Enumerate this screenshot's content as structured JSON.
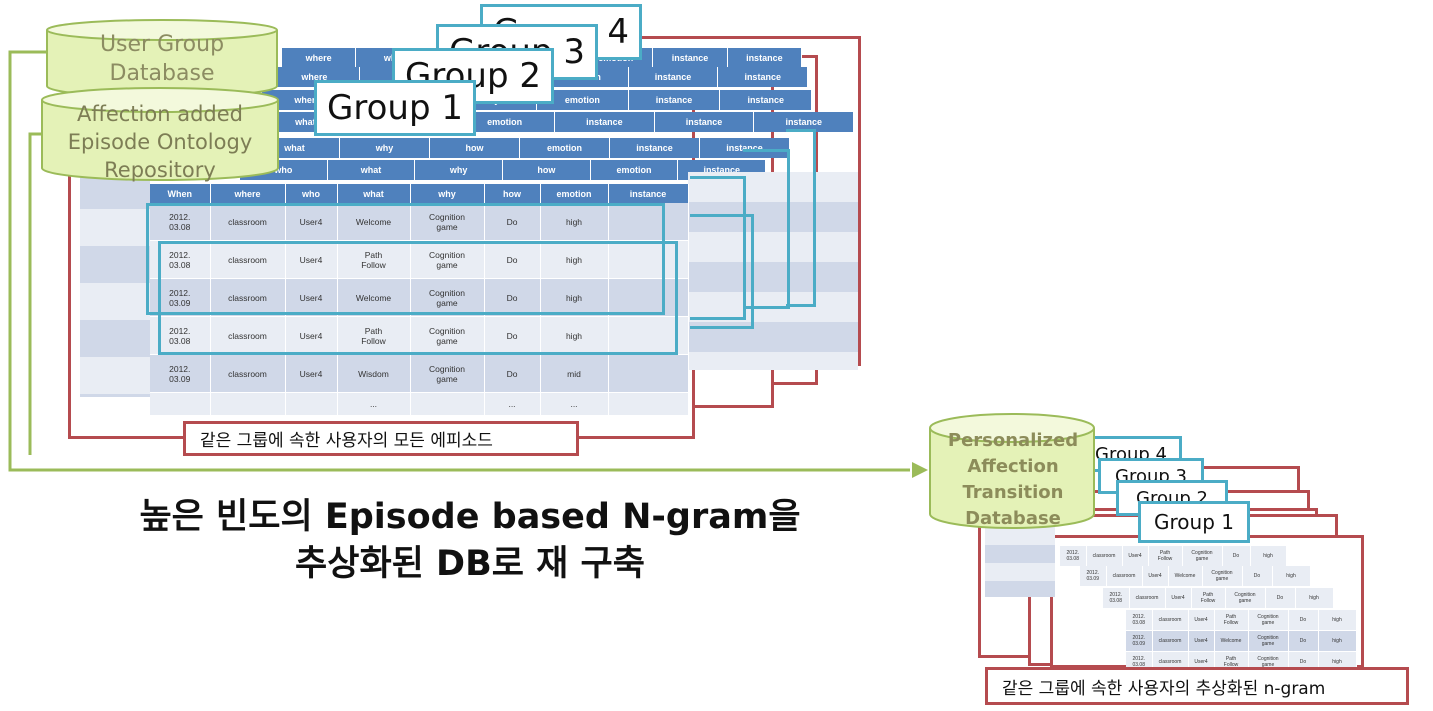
{
  "databases": {
    "user_group": "User Group Database",
    "ontology": [
      "Affection added",
      "Episode Ontology",
      "Repository"
    ],
    "personalized": [
      "Personalized",
      "Affection",
      "Transition",
      "Database"
    ]
  },
  "groups": [
    "Group 1",
    "Group 2",
    "Group 3",
    "Group 4"
  ],
  "table": {
    "headers": [
      "When",
      "where",
      "who",
      "what",
      "why",
      "how",
      "emotion",
      "instance"
    ],
    "rows": [
      [
        "2012.\n03.08",
        "classroom",
        "User4",
        "Welcome",
        "Cognition\ngame",
        "Do",
        "high",
        ""
      ],
      [
        "2012.\n03.08",
        "classroom",
        "User4",
        "Path\nFollow",
        "Cognition\ngame",
        "Do",
        "high",
        ""
      ],
      [
        "2012.\n03.09",
        "classroom",
        "User4",
        "Welcome",
        "Cognition\ngame",
        "Do",
        "high",
        ""
      ],
      [
        "2012.\n03.08",
        "classroom",
        "User4",
        "Path\nFollow",
        "Cognition\ngame",
        "Do",
        "high",
        ""
      ],
      [
        "2012.\n03.09",
        "classroom",
        "User4",
        "Wisdom",
        "Cognition\ngame",
        "Do",
        "mid",
        ""
      ],
      [
        "",
        "",
        "",
        "...",
        "",
        "...",
        "...",
        ""
      ]
    ]
  },
  "small_table": {
    "rows": [
      [
        "2012.\n03.08",
        "classroom",
        "User4",
        "Path\nFollow",
        "Cognition\ngame",
        "Do",
        "high"
      ],
      [
        "2012.\n03.09",
        "classroom",
        "User4",
        "Welcome",
        "Cognition\ngame",
        "Do",
        "high"
      ],
      [
        "2012.\n03.08",
        "classroom",
        "User4",
        "Path\nFollow",
        "Cognition\ngame",
        "Do",
        "high"
      ]
    ]
  },
  "captions": {
    "all_episodes": "같은 그룹에 속한 사용자의 모든 에피소드",
    "abstracted_ngram": "같은 그룹에 속한 사용자의 추상화된 n-gram"
  },
  "headline": [
    "높은 빈도의 Episode based N-gram을",
    "추상화된 DB로 재 구축"
  ],
  "colors": {
    "red_frame": "#b54b4f",
    "teal_frame": "#4bacc6",
    "header_blue": "#4f81bd",
    "arrow_green": "#9bbb59",
    "cylinder_green": "#e4f2b7"
  }
}
